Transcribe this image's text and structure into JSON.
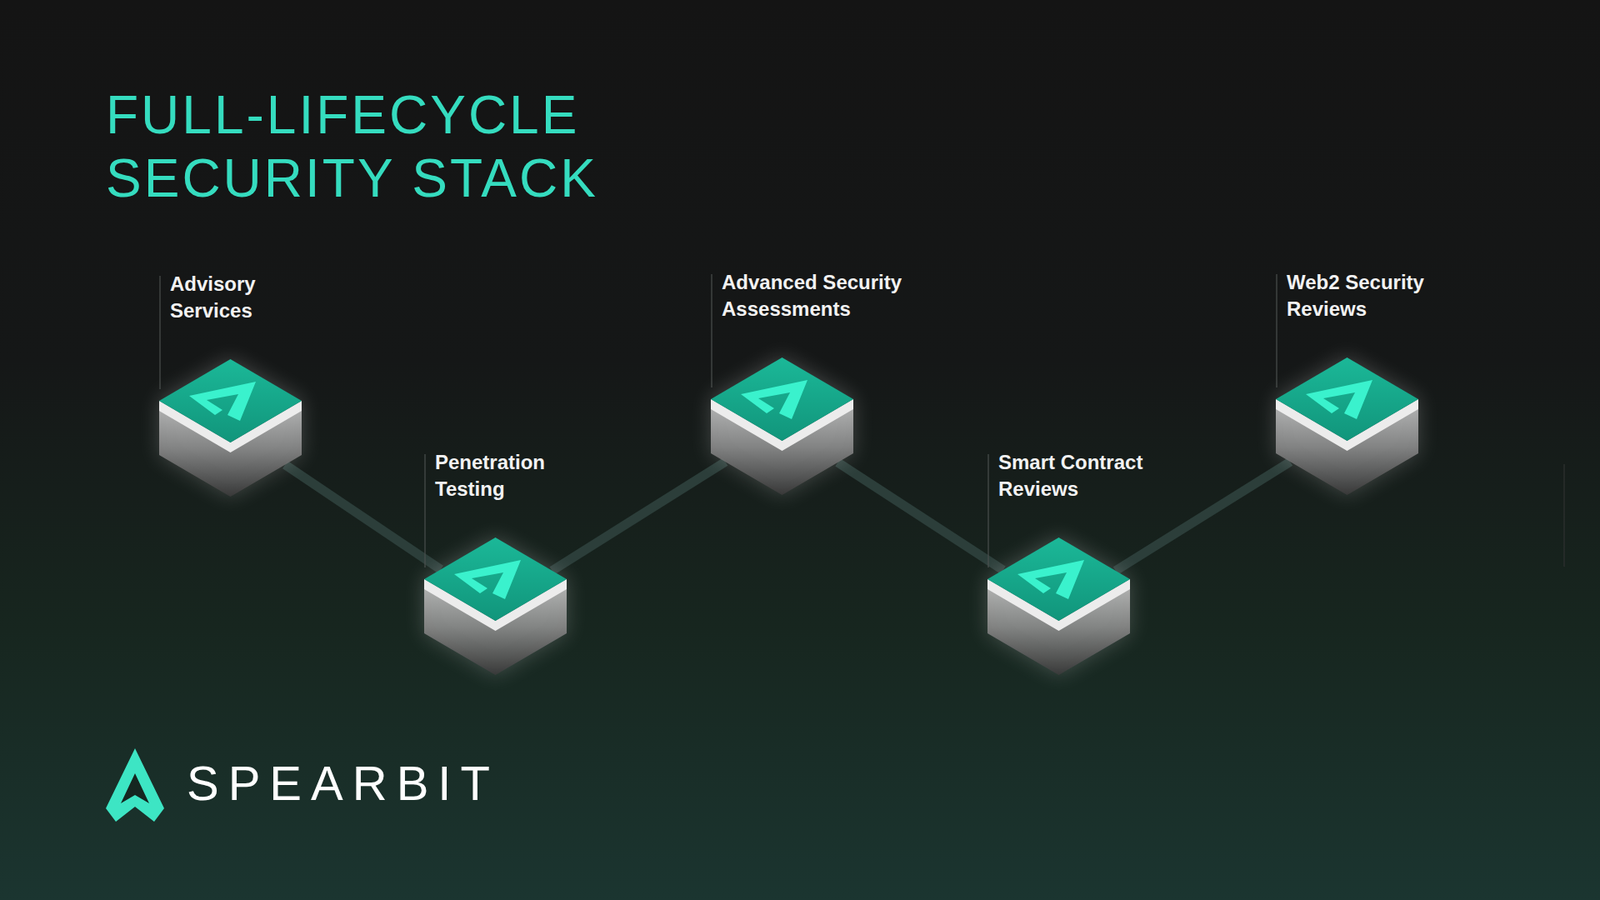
{
  "diagram": {
    "title": "FULL-LIFECYCLE SECURITY STACK",
    "nodes": [
      {
        "text": [
          "Advisory Services"
        ]
      },
      {
        "text": [
          "Penetration Testing"
        ]
      },
      {
        "text": [
          "Advanced Security Assessments"
        ]
      },
      {
        "text": [
          "Smart Contract Reviews"
        ]
      },
      {
        "text": [
          "Web2 Security Reviews"
        ]
      }
    ],
    "edges": [
      {
        "from": 0,
        "to": 1,
        "arrow": "none"
      },
      {
        "from": 1,
        "to": 2,
        "arrow": "none"
      },
      {
        "from": 2,
        "to": 3,
        "arrow": "none"
      },
      {
        "from": 3,
        "to": 4,
        "arrow": "none"
      }
    ],
    "labels": [
      "SPEARBIT"
    ]
  }
}
